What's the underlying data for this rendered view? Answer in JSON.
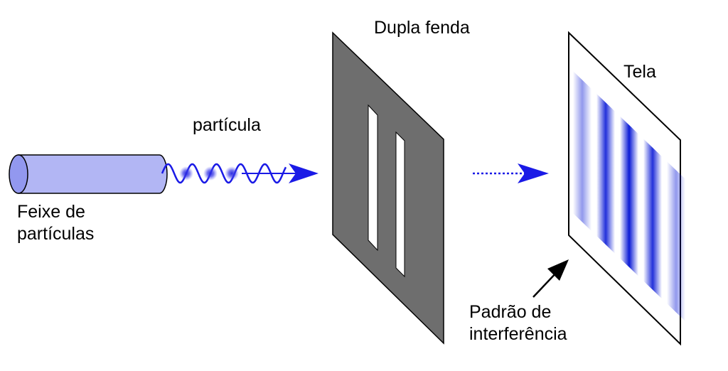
{
  "labels": {
    "double_slit": "Dupla fenda",
    "screen": "Tela",
    "particle": "partícula",
    "beam_line1": "Feixe de",
    "beam_line2": "partículas",
    "pattern_line1": "Padrão de",
    "pattern_line2": "interferência"
  },
  "colors": {
    "beam_body": "#b2b6f4",
    "beam_cap": "#9298ef",
    "wave": "#1a1ae6",
    "particle_dot": "#2a2ae0",
    "slit_panel": "#6e6e6e",
    "fringe": "#0a1ad6",
    "outline": "#000000"
  },
  "fringes": {
    "count": 5,
    "intensity": [
      0.45,
      0.9,
      1.0,
      0.9,
      0.45
    ]
  },
  "icons": [
    "particle-beam-source-icon",
    "wave-arrow-icon",
    "dotted-arrow-icon",
    "pointer-arrow-icon"
  ]
}
